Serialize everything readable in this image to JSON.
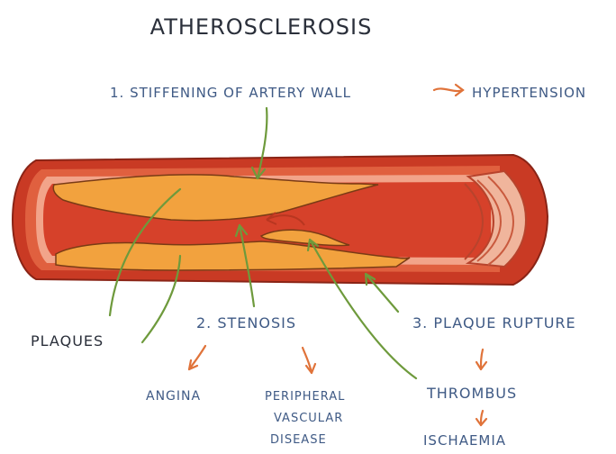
{
  "title": "Atherosclerosis",
  "labels": {
    "stiffening": "1. Stiffening of artery wall",
    "hypertension": "Hypertension",
    "plaques": "Plaques",
    "stenosis": "2. Stenosis",
    "plaque_rupture": "3. Plaque rupture",
    "angina": "Angina",
    "pvd_line1": "Peripheral",
    "pvd_line2": "Vascular",
    "pvd_line3": "Disease",
    "thrombus": "Thrombus",
    "ischaemia": "Ischaemia"
  },
  "colors": {
    "label_blue": "#3f5a85",
    "title_dark": "#2a2f3a",
    "pointer_green": "#6e9a3c",
    "arrow_orange": "#e0733a",
    "artery_wall": "#c93a24",
    "artery_inner": "#e0603f",
    "intima_light": "#f2a48a",
    "plaque": "#f2a23e",
    "lumen": "#d6412a"
  }
}
